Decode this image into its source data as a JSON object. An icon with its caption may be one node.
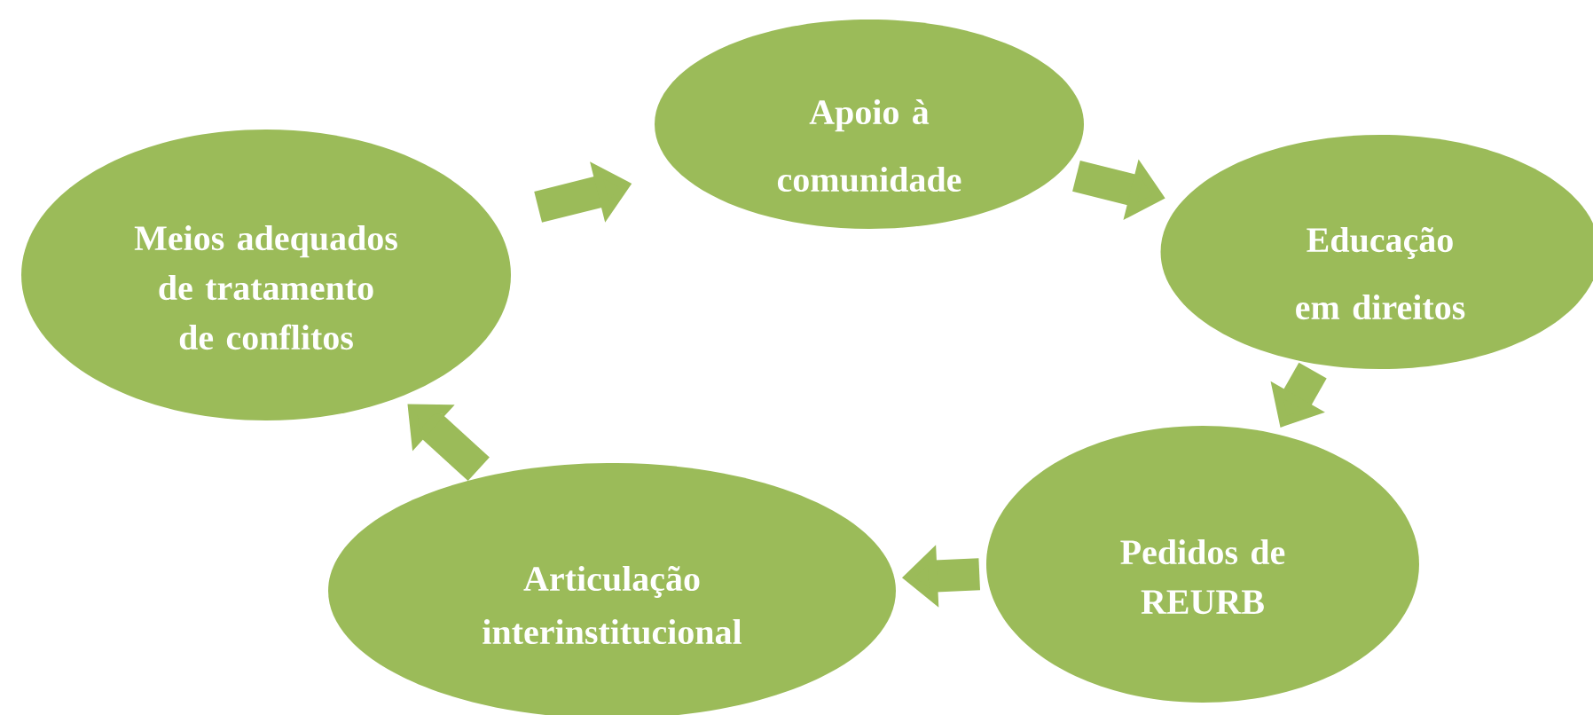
{
  "diagram": {
    "nodes": [
      {
        "text": [
          "Meios adequados de tratamento de conflitos"
        ]
      },
      {
        "text": [
          "Apoio à comunidade"
        ]
      },
      {
        "text": [
          "Educação em direitos"
        ]
      },
      {
        "text": [
          "Pedidos de REURB"
        ]
      },
      {
        "text": [
          "Articulação interinstitucional"
        ]
      }
    ],
    "edges": [
      {
        "from": 0,
        "to": 1,
        "arrow": "to"
      },
      {
        "from": 1,
        "to": 2,
        "arrow": "to"
      },
      {
        "from": 2,
        "to": 3,
        "arrow": "to"
      },
      {
        "from": 3,
        "to": 4,
        "arrow": "to"
      },
      {
        "from": 4,
        "to": 0,
        "arrow": "to"
      }
    ]
  }
}
